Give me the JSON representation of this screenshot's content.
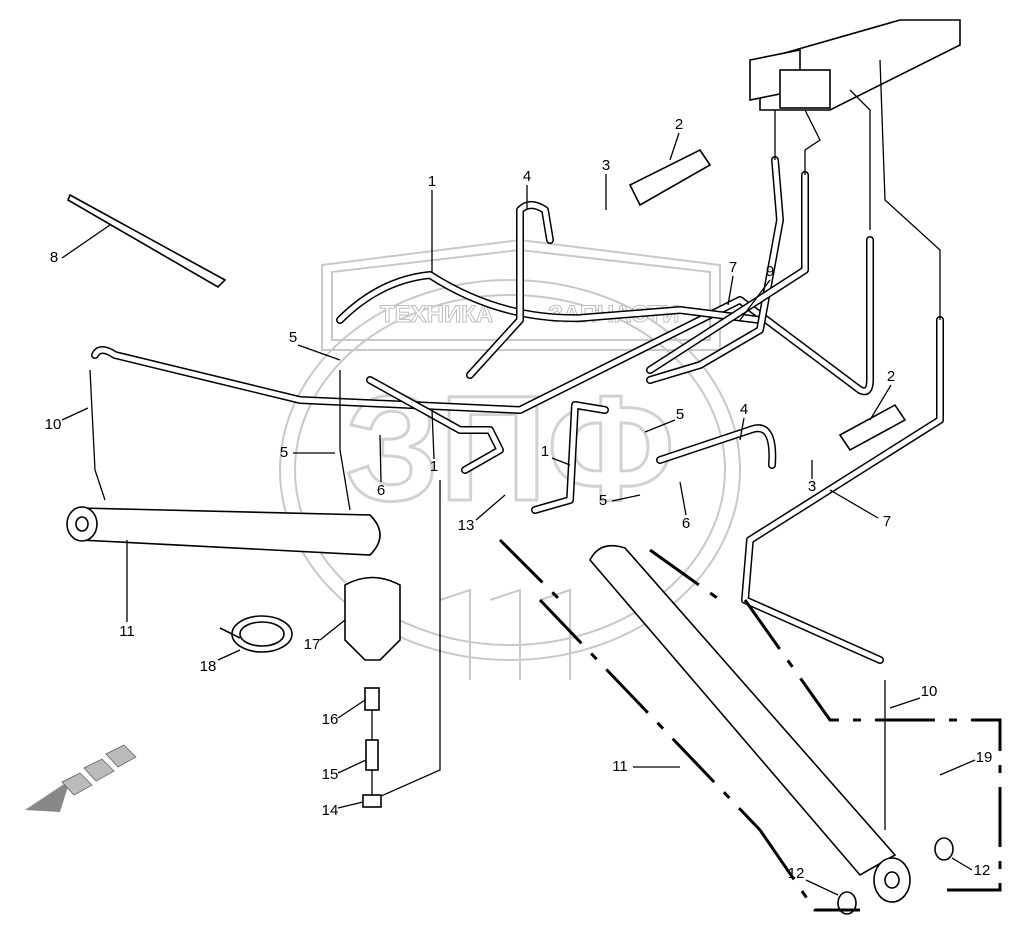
{
  "watermark": {
    "left": "ТЕХНИКА",
    "right": "ЗАПЧАСТИ",
    "logo_letters": "ЗПФ"
  },
  "labels": [
    "1",
    "4",
    "3",
    "2",
    "8",
    "7",
    "9",
    "5",
    "10",
    "5",
    "6",
    "1",
    "1",
    "5",
    "4",
    "2",
    "3",
    "7",
    "5",
    "6",
    "13",
    "11",
    "17",
    "18",
    "16",
    "15",
    "14",
    "11",
    "10",
    "19",
    "12",
    "12"
  ]
}
